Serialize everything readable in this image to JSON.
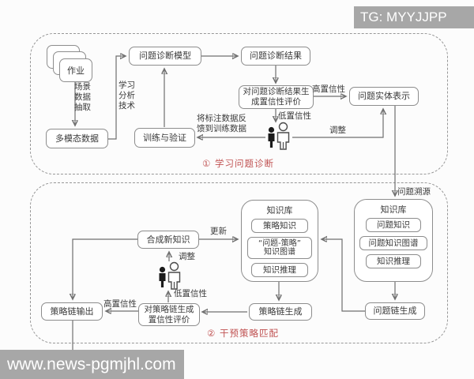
{
  "watermarks": {
    "top_right": "TG: MYYJJPP",
    "bottom_left": "www.news-pgmjhl.com"
  },
  "colors": {
    "section_label_red": "#c05252",
    "line_gray": "#6f6f6f",
    "watermark_gray": "#a3a3a3"
  },
  "section1": {
    "label": "①  学习问题诊断",
    "nodes": {
      "homework": "作业",
      "multimodal": "多模态数据",
      "model": "问题诊断模型",
      "training": "训练与验证",
      "result": "问题诊断结果",
      "confidence_eval": "对问题诊断结果生\n成置信性评价",
      "entity": "问题实体表示"
    },
    "edge_labels": {
      "scene_extract": "场景\n数据\n抽取",
      "learning_analytics": "学习\n分析\n技术",
      "feedback": "将标注数据反\n馈到训练数据",
      "high_conf": "高置信性",
      "low_conf": "低置信性",
      "adjust": "调整"
    }
  },
  "section2": {
    "label": "②  干预策略匹配",
    "trace_label": "问题溯源",
    "nodes": {
      "synthesize": "合成新知识",
      "strategy_eval": "对策略链生成\n置信性评价",
      "strategy_output": "策略链输出",
      "strategy_chain": "策略链生成",
      "problem_chain": "问题链生成",
      "kb_strategy": {
        "title": "知识库",
        "items": [
          "策略知识",
          "“问题-策略”\n知识图谱",
          "知识推理"
        ]
      },
      "kb_problem": {
        "title": "知识库",
        "items": [
          "问题知识",
          "问题知识图谱",
          "知识推理"
        ]
      }
    },
    "edge_labels": {
      "update": "更新",
      "adjust": "调整",
      "low_conf": "低置信性",
      "high_conf": "高置信性"
    }
  }
}
